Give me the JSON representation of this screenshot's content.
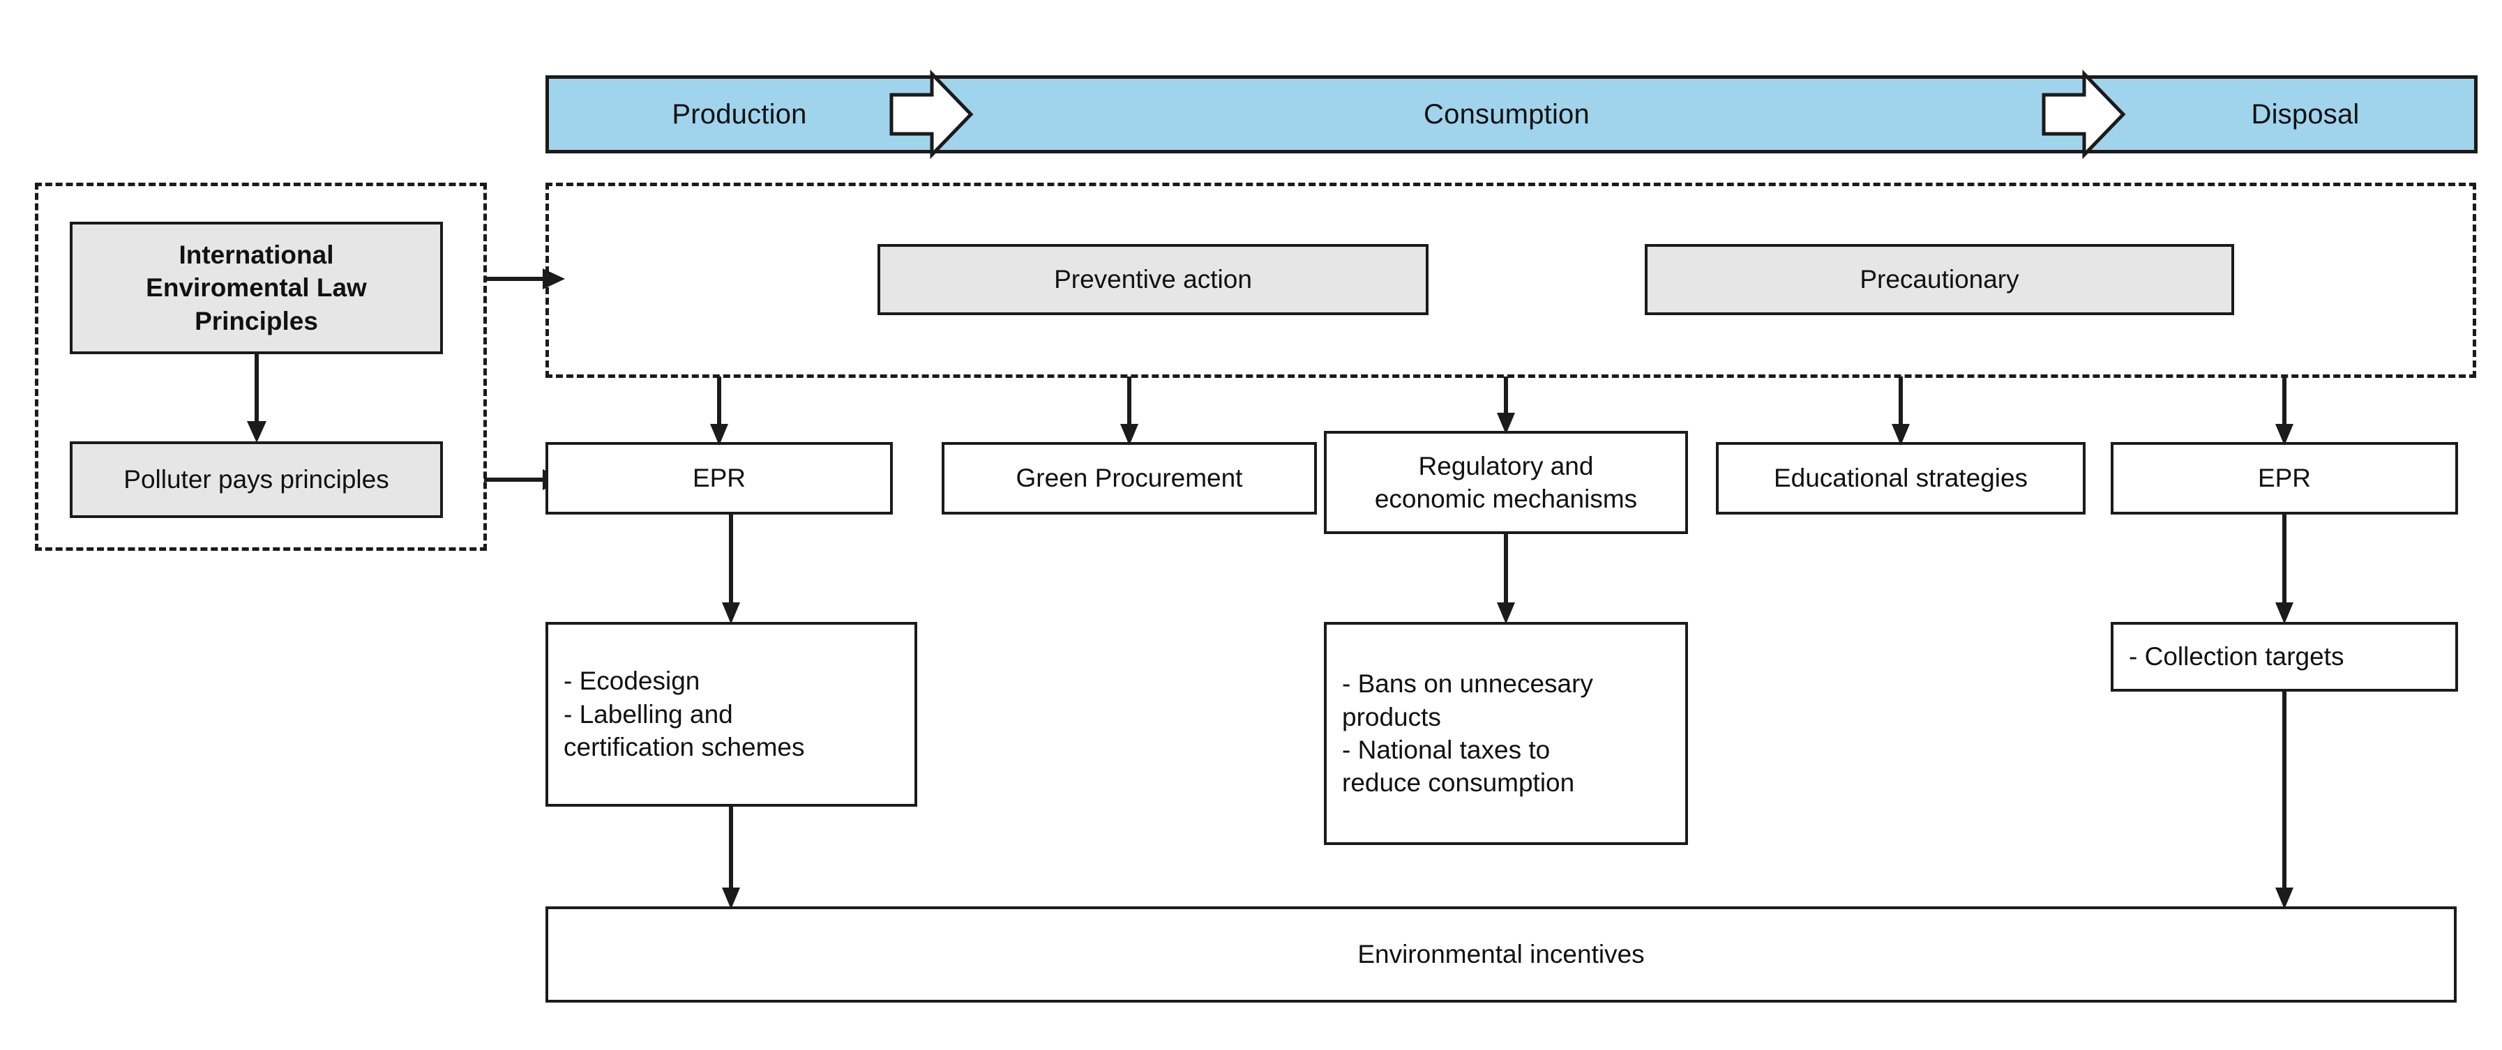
{
  "diagram": {
    "title_visible": false,
    "colors": {
      "banner_fill": "#9FD4EC",
      "banner_stroke": "#1b1b1b",
      "grey_box_fill": "#e6e6e6",
      "white_box_fill": "#ffffff",
      "line": "#1b1b1b"
    },
    "lifecycle_banner": {
      "name": "product-lifecycle-banner",
      "stages": [
        {
          "id": "production",
          "label": "Production"
        },
        {
          "id": "consumption",
          "label": "Consumption"
        },
        {
          "id": "disposal",
          "label": "Disposal"
        }
      ],
      "separators": [
        {
          "id": "arrow-production-to-consumption",
          "icon": "block-arrow-right-icon"
        },
        {
          "id": "arrow-consumption-to-disposal",
          "icon": "block-arrow-right-icon"
        }
      ]
    },
    "principles_group": {
      "name": "international-principles-group",
      "style": "dashed",
      "items": [
        {
          "id": "international-environmental-law-principles",
          "label": "International\nEnviromental Law\nPrinciples",
          "bold": true,
          "fill": "grey"
        },
        {
          "id": "polluter-pays-principles",
          "label": "Polluter pays principles",
          "bold": false,
          "fill": "grey"
        }
      ]
    },
    "principles_applied_group": {
      "name": "applied-principles-group",
      "style": "dashed",
      "items": [
        {
          "id": "preventive-action",
          "label": "Preventive action",
          "fill": "grey"
        },
        {
          "id": "precautionary",
          "label": "Precautionary",
          "fill": "grey"
        }
      ]
    },
    "instruments_row": [
      {
        "id": "epr-production",
        "label": "EPR"
      },
      {
        "id": "green-procurement",
        "label": "Green Procurement"
      },
      {
        "id": "regulatory-and-economic",
        "label": "Regulatory and\neconomic mechanisms"
      },
      {
        "id": "educational-strategies",
        "label": "Educational strategies"
      },
      {
        "id": "epr-disposal",
        "label": "EPR"
      }
    ],
    "measures_row": [
      {
        "id": "ecodesign-labelling",
        "label": "- Ecodesign\n- Labelling  and\ncertification schemes"
      },
      {
        "id": "bans-and-taxes",
        "label": "- Bans on unnecesary\nproducts\n- National taxes to\nreduce consumption"
      },
      {
        "id": "collection-targets",
        "label": "- Collection targets"
      }
    ],
    "outcome": {
      "id": "environmental-incentives",
      "label": "Environmental incentives"
    }
  }
}
